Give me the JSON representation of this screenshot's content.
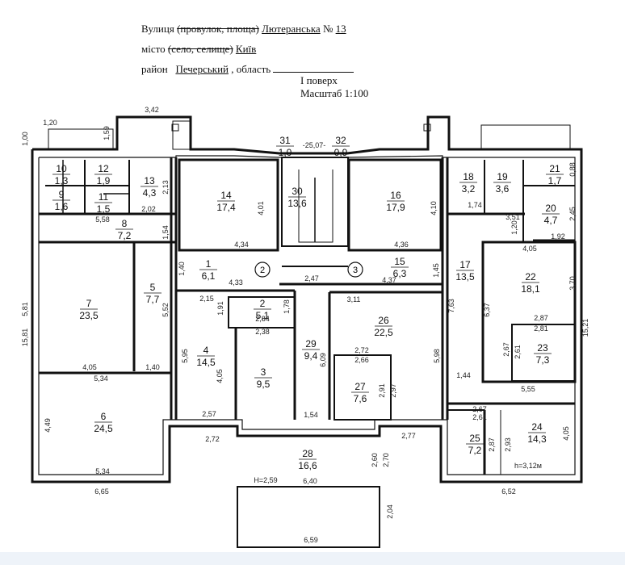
{
  "header": {
    "street_label": "Вулиця",
    "street_struck": "(провулок, площа)",
    "street_value": "Лютеранська",
    "number_sign": "№",
    "number_value": "13",
    "city_label": "місто",
    "city_struck": "(село, селище)",
    "city_value": "Київ",
    "district_label": "район",
    "district_value": "Печерський",
    "region_label": ", область",
    "floor": "І поверх",
    "scale": "Масштаб 1:100"
  },
  "rooms": [
    {
      "num": "1",
      "area": "6,1"
    },
    {
      "num": "2",
      "area": "5,1"
    },
    {
      "num": "3",
      "area": "9,5"
    },
    {
      "num": "4",
      "area": "14,5"
    },
    {
      "num": "5",
      "area": "7,7"
    },
    {
      "num": "6",
      "area": "24,5"
    },
    {
      "num": "7",
      "area": "23,5"
    },
    {
      "num": "8",
      "area": "7,2"
    },
    {
      "num": "9",
      "area": "1,6"
    },
    {
      "num": "10",
      "area": "1,3"
    },
    {
      "num": "11",
      "area": "1,5"
    },
    {
      "num": "12",
      "area": "1,9"
    },
    {
      "num": "13",
      "area": "4,3"
    },
    {
      "num": "14",
      "area": "17,4"
    },
    {
      "num": "15",
      "area": "6,3"
    },
    {
      "num": "16",
      "area": "17,9"
    },
    {
      "num": "17",
      "area": "13,5"
    },
    {
      "num": "18",
      "area": "3,2"
    },
    {
      "num": "19",
      "area": "3,6"
    },
    {
      "num": "20",
      "area": "4,7"
    },
    {
      "num": "21",
      "area": "1,7"
    },
    {
      "num": "22",
      "area": "18,1"
    },
    {
      "num": "23",
      "area": "7,3"
    },
    {
      "num": "24",
      "area": "14,3"
    },
    {
      "num": "25",
      "area": "7,2"
    },
    {
      "num": "26",
      "area": "22,5"
    },
    {
      "num": "27",
      "area": "7,6"
    },
    {
      "num": "28",
      "area": "16,6"
    },
    {
      "num": "29",
      "area": "9,4"
    },
    {
      "num": "30",
      "area": "13,6"
    },
    {
      "num": "31",
      "area": "1,0"
    },
    {
      "num": "32",
      "area": "0,9"
    }
  ],
  "stair_markers": [
    "2",
    "3"
  ],
  "dims": [
    "1,20",
    "1,00",
    "3,42",
    "1,59",
    "-25,07-",
    "0,88",
    "2,13",
    "4,01",
    "4,10",
    "5,58",
    "2,02",
    "1,74",
    "3,51",
    "1,20",
    "2,45",
    "4,05",
    "1,92",
    "1,54",
    "4,34",
    "4,36",
    "1,40",
    "4,33",
    "2,47",
    "4,37",
    "1,45",
    "5,81",
    "2,15",
    "1,91",
    "1,78",
    "2,84",
    "2,38",
    "3,11",
    "7,63",
    "6,37",
    "3,70",
    "5,52",
    "2,87",
    "2,81",
    "15,81",
    "15,21",
    "4,05",
    "1,40",
    "5,34",
    "5,95",
    "4,05",
    "6,09",
    "2,72",
    "2,66",
    "2,91",
    "2,97",
    "5,98",
    "2,67",
    "2,61",
    "1,44",
    "5,55",
    "2,57",
    "1,54",
    "2,67",
    "2,61",
    "2,72",
    "2,77",
    "4,49",
    "2,87",
    "2,93",
    "4,05",
    "5,34",
    "2,60",
    "2,70",
    "6,65",
    "H=2,59",
    "6,40",
    "6,52",
    "h=3,12м",
    "2,04",
    "6,59"
  ]
}
